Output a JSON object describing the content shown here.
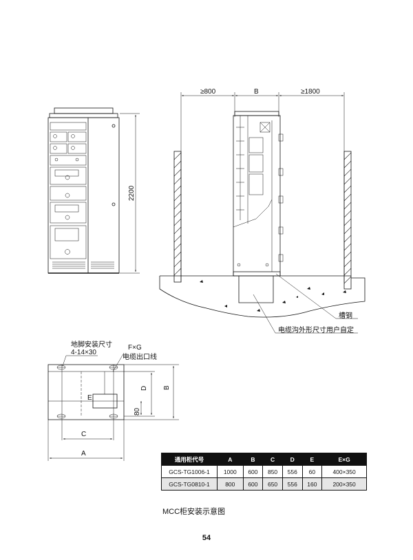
{
  "front_view": {
    "height_label": "2200"
  },
  "side_view": {
    "dim_left": "≥800",
    "dim_mid": "B",
    "dim_right": "≥1800",
    "label_channel_steel": "槽钢",
    "label_cable_trench": "电缆沟外形尺寸用户自定"
  },
  "plan_view": {
    "label_foot_mount": "地脚安装尺寸",
    "label_holes": "4-14×30",
    "label_fg": "F×G",
    "label_cable_outlet": "电缆出口线",
    "label_e": "E",
    "label_d": "D",
    "label_b": "B",
    "label_80": "80",
    "label_c": "C",
    "label_a": "A"
  },
  "table": {
    "headers": [
      "通用柜代号",
      "A",
      "B",
      "C",
      "D",
      "E",
      "E×G"
    ],
    "rows": [
      [
        "GCS-TG1006-1",
        "1000",
        "600",
        "850",
        "556",
        "60",
        "400×350"
      ],
      [
        "GCS-TG0810-1",
        "800",
        "600",
        "650",
        "556",
        "160",
        "200×350"
      ]
    ]
  },
  "caption": "MCC柜安装示意图",
  "page_number": "54"
}
